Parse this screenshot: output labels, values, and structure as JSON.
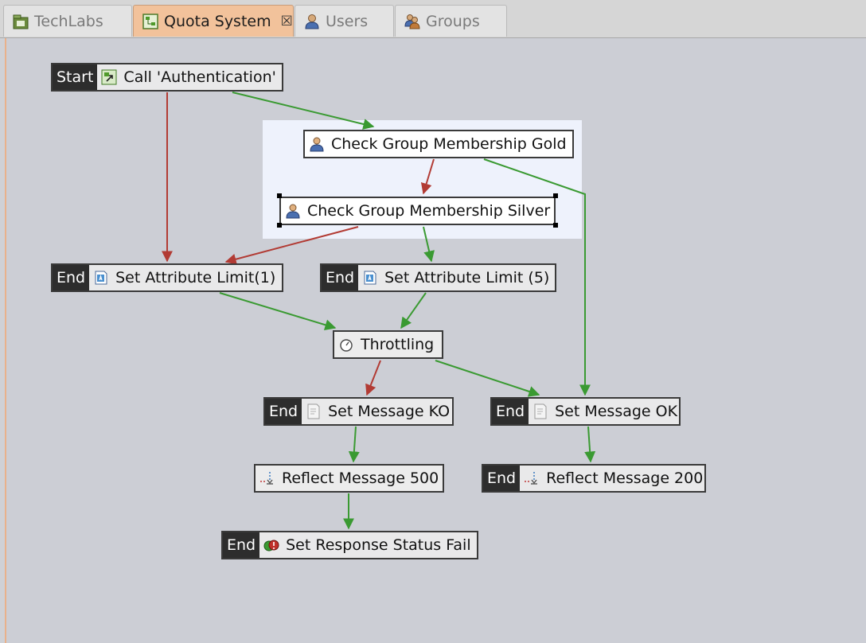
{
  "tabs": [
    {
      "label": "TechLabs",
      "icon": "policy-container-icon"
    },
    {
      "label": "Quota System",
      "icon": "policy-icon",
      "close": "☒"
    },
    {
      "label": "Users",
      "icon": "user-icon"
    },
    {
      "label": "Groups",
      "icon": "groups-icon"
    }
  ],
  "tags": {
    "start": "Start",
    "end": "End"
  },
  "nodes": {
    "call_auth": "Call 'Authentication'",
    "gold": "Check Group Membership Gold",
    "silver": "Check Group Membership Silver",
    "limit1": "Set Attribute Limit(1)",
    "limit5": "Set Attribute Limit (5)",
    "throttling": "Throttling",
    "msg_ko": "Set Message KO",
    "msg_ok": "Set Message OK",
    "reflect500": "Reflect Message 500",
    "reflect200": "Reflect Message 200",
    "status_fail": "Set Response Status Fail"
  },
  "colors": {
    "success_edge": "#3a9a32",
    "failure_edge": "#b23b34",
    "active_tab": "#f2c29b",
    "canvas": "#ccced5"
  }
}
